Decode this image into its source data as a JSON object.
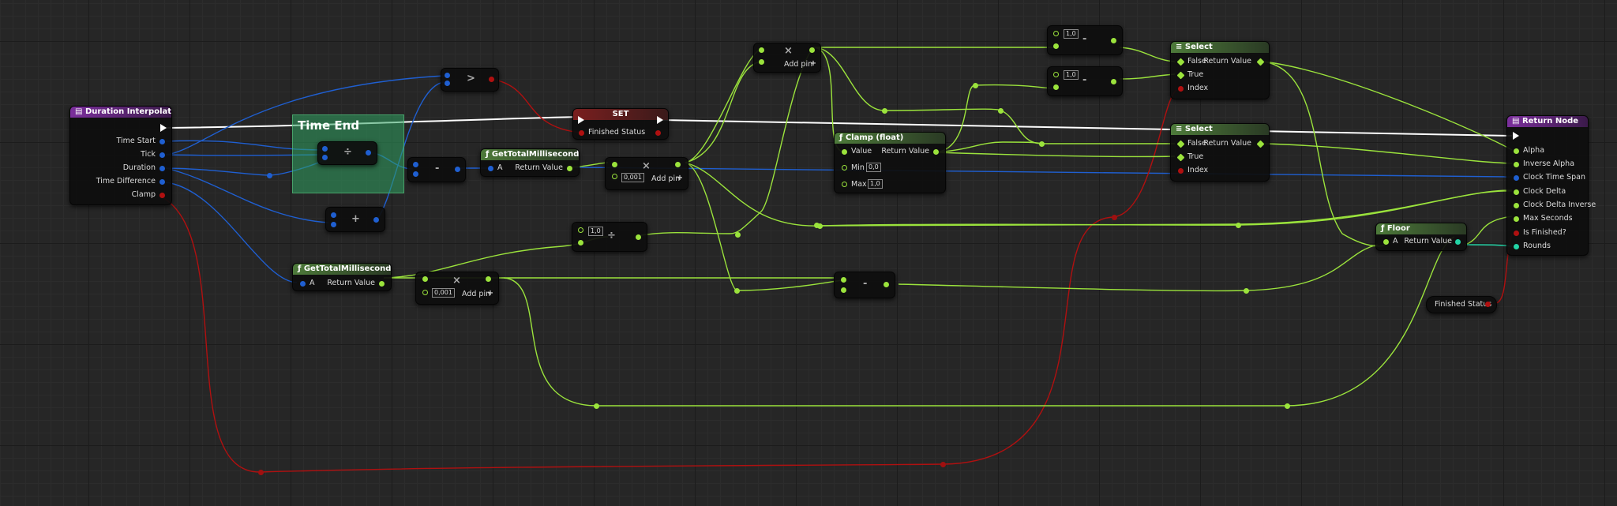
{
  "colors": {
    "float_pin": "#9be33c",
    "int_pin": "#1f5fd1",
    "bool_pin": "#b01010",
    "exec_pin": "#ffffff",
    "event_header": "#7b2f9c",
    "function_header": "#4d7a3a",
    "set_header": "#7a1f1f",
    "comment_box": "#30a060"
  },
  "duration_interpolation": {
    "title": "Duration Interpolation",
    "pins": [
      "Time Start",
      "Tick",
      "Duration",
      "Time Difference",
      "Clamp"
    ]
  },
  "comment": {
    "title": "Time End"
  },
  "ops": {
    "greater": ">",
    "divide": "÷",
    "subtract": "-",
    "add": "+",
    "multiply": "×"
  },
  "get_total_ms_1": {
    "title": "GetTotalMilliseconds",
    "in": "A",
    "out": "Return Value"
  },
  "get_total_ms_2": {
    "title": "GetTotalMilliseconds",
    "in": "A",
    "out": "Return Value"
  },
  "set_node": {
    "title": "SET",
    "pin": "Finished Status"
  },
  "multiply_1": {
    "value": "0,001",
    "add_pin": "Add pin"
  },
  "multiply_2": {
    "value": "0,001",
    "add_pin": "Add pin"
  },
  "multiply_3": {
    "add_pin": "Add pin"
  },
  "divide_2": {
    "value": "1,0"
  },
  "clamp": {
    "title": "Clamp (float)",
    "value": "Value",
    "min": "Min",
    "min_val": "0,0",
    "max": "Max",
    "max_val": "1,0",
    "out": "Return Value"
  },
  "sub_top_1": {
    "value": "1,0"
  },
  "sub_top_2": {
    "value": "1,0"
  },
  "select_1": {
    "title": "Select",
    "false": "False",
    "true": "True",
    "index": "Index",
    "out": "Return Value"
  },
  "select_2": {
    "title": "Select",
    "false": "False",
    "true": "True",
    "index": "Index",
    "out": "Return Value"
  },
  "floor": {
    "title": "Floor",
    "in": "A",
    "out": "Return Value"
  },
  "finished_status": {
    "label": "Finished Status"
  },
  "return_node": {
    "title": "Return Node",
    "pins": [
      "Alpha",
      "Inverse Alpha",
      "Clock Time Span",
      "Clock Delta",
      "Clock Delta Inverse",
      "Max Seconds",
      "Is Finished?",
      "Rounds"
    ]
  }
}
